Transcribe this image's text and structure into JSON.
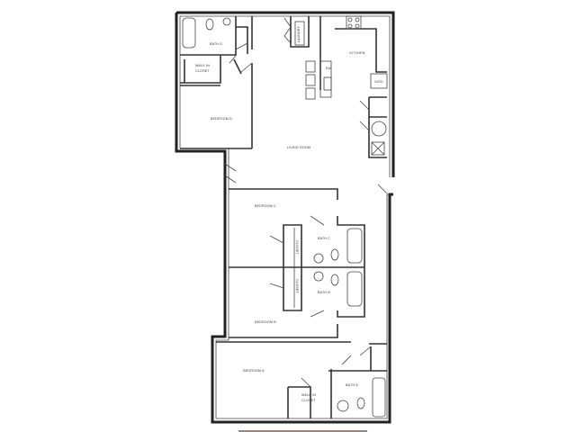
{
  "floor_plan": {
    "rooms": {
      "bath_d": "BATH D",
      "walk_in_closet_d_line1": "WALK IN",
      "walk_in_closet_d_line2": "CLOSET",
      "bedroom_d": "BEDROOM D",
      "laundry": "LAUNDRY",
      "kitchen": "KITCHEN",
      "dw": "DW",
      "dish": "DISH",
      "living_room": "LIVING ROOM",
      "bedroom_c": "BEDROOM C",
      "bath_c": "BATH C",
      "closet_c": "CLOSET",
      "closet_b": "CLOSET",
      "bath_b": "BATH B",
      "bedroom_b": "BEDROOM B",
      "bedroom_a": "BEDROOM A",
      "bath_a": "BATH A",
      "walk_in_closet_a_line1": "WALK IN",
      "walk_in_closet_a_line2": "CLOSET"
    },
    "colors": {
      "walls": "#222222",
      "footer_line": "#8a5a4a"
    }
  }
}
